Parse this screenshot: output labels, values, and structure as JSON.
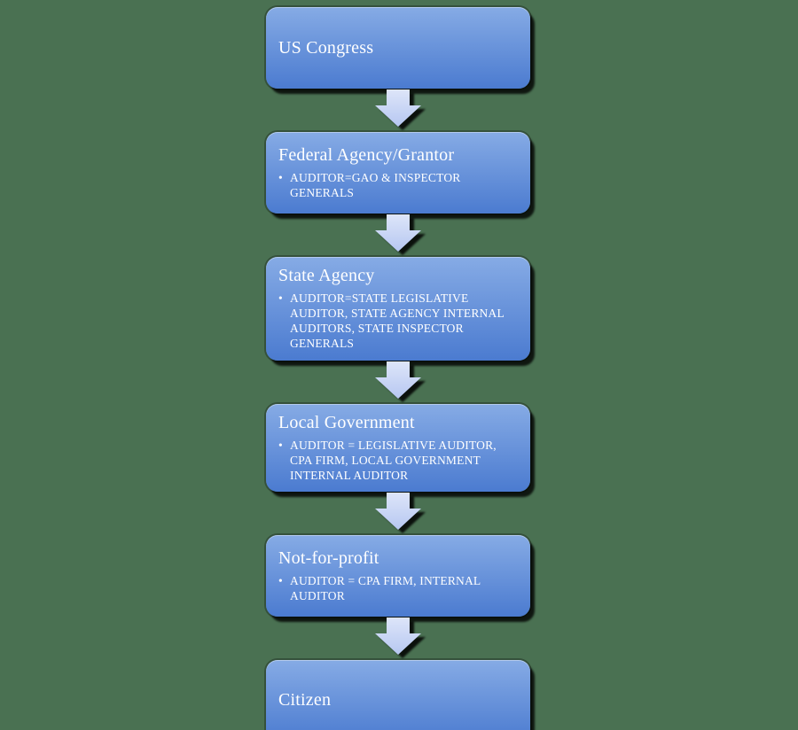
{
  "diagram": {
    "type": "vertical-flow",
    "nodes": [
      {
        "title": "US Congress",
        "bullets": []
      },
      {
        "title": "Federal Agency/Grantor",
        "bullets": [
          "AUDITOR=GAO & INSPECTOR GENERALS"
        ]
      },
      {
        "title": "State Agency",
        "bullets": [
          "AUDITOR=STATE LEGISLATIVE AUDITOR, STATE AGENCY INTERNAL AUDITORS, STATE INSPECTOR GENERALS"
        ]
      },
      {
        "title": "Local Government",
        "bullets": [
          "AUDITOR = LEGISLATIVE AUDITOR, CPA FIRM, LOCAL GOVERNMENT INTERNAL AUDITOR"
        ]
      },
      {
        "title": "Not-for-profit",
        "bullets": [
          "AUDITOR = CPA FIRM, INTERNAL AUDITOR"
        ]
      },
      {
        "title": "Citizen",
        "bullets": []
      }
    ],
    "connector": {
      "icon": "down-block-arrow",
      "count": 5
    },
    "colors": {
      "background": "#4a7152",
      "box_gradient_top": "#86abe5",
      "box_gradient_bottom": "#4b7bd0",
      "arrow_gradient_top": "#dde5f9",
      "arrow_gradient_bottom": "#b6c7f1",
      "text": "#ffffff",
      "shadow": "#000000"
    }
  }
}
